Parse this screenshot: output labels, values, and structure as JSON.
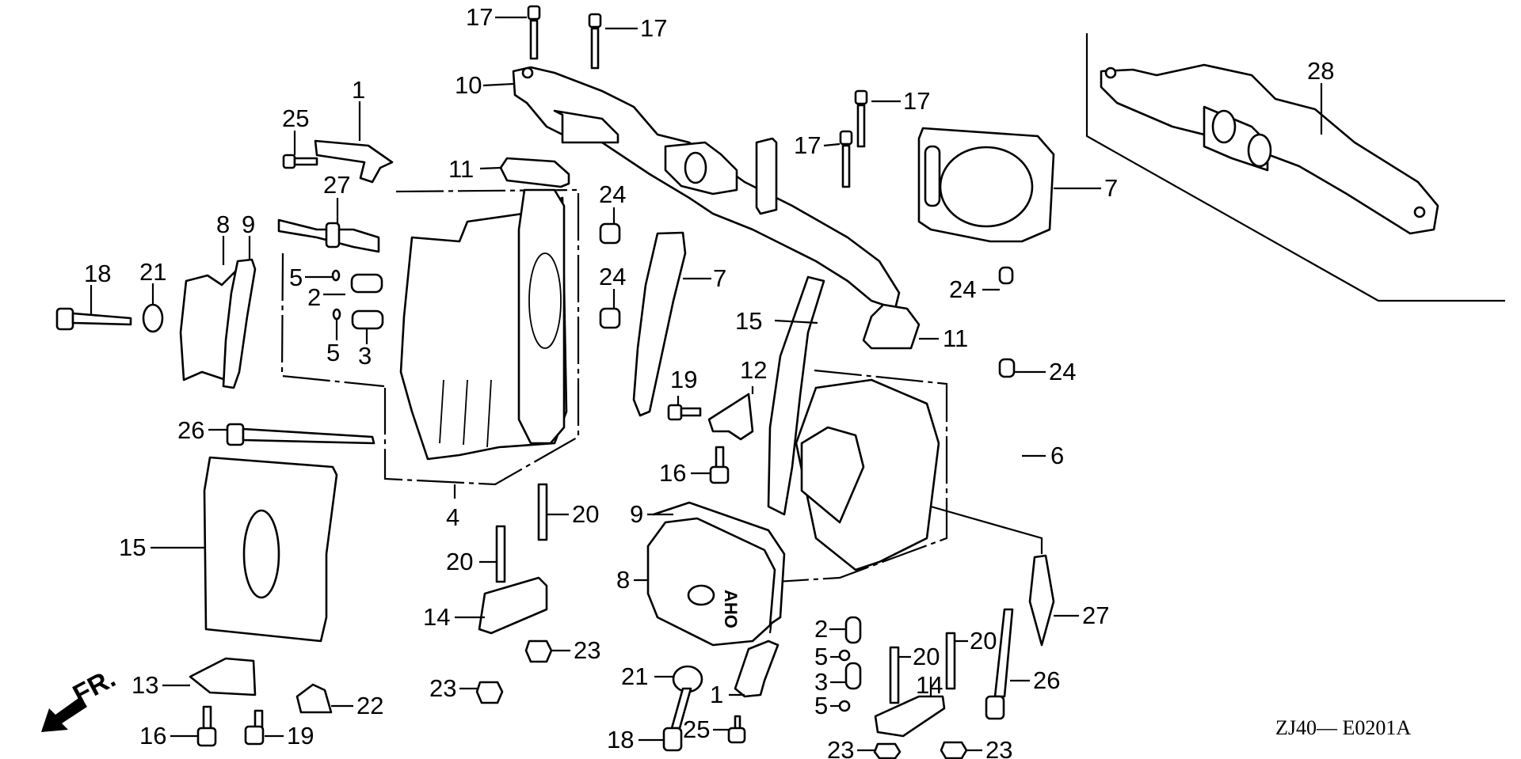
{
  "diagram": {
    "title": "Cylinder / Cylinder Head / Exhaust Manifold exploded parts diagram",
    "figure_code": "ZJ40— E0201A",
    "direction_marker": "FR.",
    "callouts": [
      {
        "id": "c17a",
        "ref": "17",
        "part": "flange bolt"
      },
      {
        "id": "c17b",
        "ref": "17",
        "part": "flange bolt"
      },
      {
        "id": "c17c",
        "ref": "17",
        "part": "flange bolt"
      },
      {
        "id": "c17d",
        "ref": "17",
        "part": "flange bolt"
      },
      {
        "id": "c10",
        "ref": "10",
        "part": "exhaust manifold"
      },
      {
        "id": "c28",
        "ref": "28",
        "part": "exhaust manifold (alt)"
      },
      {
        "id": "c1a",
        "ref": "1",
        "part": "hanger bracket"
      },
      {
        "id": "c25a",
        "ref": "25",
        "part": "bolt"
      },
      {
        "id": "c11a",
        "ref": "11",
        "part": "exhaust gasket"
      },
      {
        "id": "c27a",
        "ref": "27",
        "part": "spark plug"
      },
      {
        "id": "c8a",
        "ref": "8",
        "part": "head cover"
      },
      {
        "id": "c9a",
        "ref": "9",
        "part": "head cover gasket"
      },
      {
        "id": "c18a",
        "ref": "18",
        "part": "bolt"
      },
      {
        "id": "c21a",
        "ref": "21",
        "part": "washer"
      },
      {
        "id": "c5a",
        "ref": "5",
        "part": "clip"
      },
      {
        "id": "c2a",
        "ref": "2",
        "part": "valve guide"
      },
      {
        "id": "c5b",
        "ref": "5",
        "part": "clip"
      },
      {
        "id": "c3a",
        "ref": "3",
        "part": "valve guide"
      },
      {
        "id": "c24a",
        "ref": "24",
        "part": "dowel pin"
      },
      {
        "id": "c24b",
        "ref": "24",
        "part": "dowel pin"
      },
      {
        "id": "c7a",
        "ref": "7",
        "part": "head gasket"
      },
      {
        "id": "c7b",
        "ref": "7",
        "part": "head gasket"
      },
      {
        "id": "c24c",
        "ref": "24",
        "part": "dowel pin"
      },
      {
        "id": "c15a",
        "ref": "15",
        "part": "shroud"
      },
      {
        "id": "c11b",
        "ref": "11",
        "part": "exhaust gasket"
      },
      {
        "id": "c24d",
        "ref": "24",
        "part": "dowel pin"
      },
      {
        "id": "c19a",
        "ref": "19",
        "part": "bolt"
      },
      {
        "id": "c12",
        "ref": "12",
        "part": "bracket"
      },
      {
        "id": "c26a",
        "ref": "26",
        "part": "head bolt"
      },
      {
        "id": "c6",
        "ref": "6",
        "part": "cylinder head"
      },
      {
        "id": "c16a",
        "ref": "16",
        "part": "bolt"
      },
      {
        "id": "c4",
        "ref": "4",
        "part": "cylinder head"
      },
      {
        "id": "c20a",
        "ref": "20",
        "part": "stud bolt"
      },
      {
        "id": "c15b",
        "ref": "15",
        "part": "shroud"
      },
      {
        "id": "c9b",
        "ref": "9",
        "part": "head cover gasket"
      },
      {
        "id": "c20b",
        "ref": "20",
        "part": "stud bolt"
      },
      {
        "id": "c8b",
        "ref": "8",
        "part": "head cover"
      },
      {
        "id": "c27b",
        "ref": "27",
        "part": "spark plug"
      },
      {
        "id": "c14a",
        "ref": "14",
        "part": "insulator gasket"
      },
      {
        "id": "c23a",
        "ref": "23",
        "part": "nut"
      },
      {
        "id": "c2b",
        "ref": "2",
        "part": "valve guide"
      },
      {
        "id": "c20c",
        "ref": "20",
        "part": "stud bolt"
      },
      {
        "id": "c5c",
        "ref": "5",
        "part": "clip"
      },
      {
        "id": "c20d",
        "ref": "20",
        "part": "stud bolt"
      },
      {
        "id": "c21b",
        "ref": "21",
        "part": "washer"
      },
      {
        "id": "c3b",
        "ref": "3",
        "part": "valve guide"
      },
      {
        "id": "c14b",
        "ref": "14",
        "part": "insulator gasket"
      },
      {
        "id": "c26b",
        "ref": "26",
        "part": "head bolt"
      },
      {
        "id": "c1b",
        "ref": "1",
        "part": "hanger bracket"
      },
      {
        "id": "c13",
        "ref": "13",
        "part": "bracket"
      },
      {
        "id": "c23b",
        "ref": "23",
        "part": "nut"
      },
      {
        "id": "c5d",
        "ref": "5",
        "part": "clip"
      },
      {
        "id": "c22",
        "ref": "22",
        "part": "clip"
      },
      {
        "id": "c16b",
        "ref": "16",
        "part": "bolt"
      },
      {
        "id": "c19b",
        "ref": "19",
        "part": "bolt"
      },
      {
        "id": "c18b",
        "ref": "18",
        "part": "bolt"
      },
      {
        "id": "c25b",
        "ref": "25",
        "part": "bolt"
      },
      {
        "id": "c23c",
        "ref": "23",
        "part": "nut"
      },
      {
        "id": "c23d",
        "ref": "23",
        "part": "nut"
      }
    ],
    "part_stamp": "AHO"
  }
}
